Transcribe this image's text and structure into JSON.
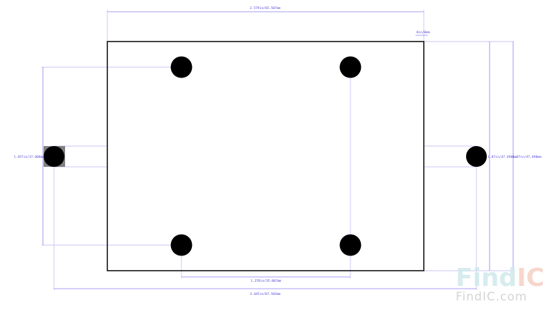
{
  "dimensions": {
    "top_width": "2.579in/65.507mm",
    "top_right_offset": "0in/0mm",
    "left_height": "1.457in/37.008mm",
    "right_height_inner": "1.87in/47.498mm",
    "right_height_outer": "1.87in/47.498mm",
    "bottom_hole_spacing": "1.378in/35.007mm",
    "bottom_total_width": "3.445in/87.503mm"
  },
  "watermark": {
    "logo_find": "Find",
    "logo_ic": "IC",
    "url": "FindIC.com"
  },
  "colors": {
    "dimension": "#8a7cf0",
    "dimension_text": "#4b3fd8",
    "outline": "#111111",
    "hole": "#000000",
    "pad": "#808080"
  }
}
